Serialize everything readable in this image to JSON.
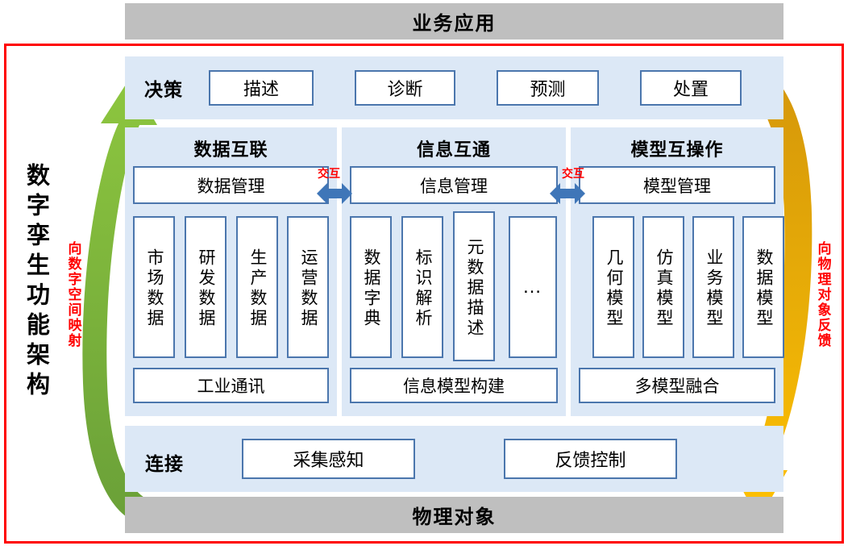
{
  "frame": {
    "accent_red": "#ff0000",
    "panel_blue": "#dce8f6",
    "gray": "#bfbfbf",
    "box_border": "#4b76ad",
    "green": "#7ab648",
    "gold": "#d4960a",
    "yellow": "#ffc000"
  },
  "bars": {
    "top_label": "业务应用",
    "bottom_label": "物理对象"
  },
  "vertical_title": "数字孪生功能架构",
  "side_captions": {
    "left": "向数字空间映射",
    "right": "向物理对象反馈"
  },
  "decision_row": {
    "label": "决策",
    "items": [
      "描述",
      "诊断",
      "预测",
      "处置"
    ]
  },
  "columns": [
    {
      "heading": "数据互联",
      "management": "数据管理",
      "items": [
        "市场数据",
        "研发数据",
        "生产数据",
        "运营数据"
      ],
      "footer": "工业通讯"
    },
    {
      "heading": "信息互通",
      "management": "信息管理",
      "items": [
        "数据字典",
        "标识解析",
        "元数据描述",
        "…"
      ],
      "footer": "信息模型构建"
    },
    {
      "heading": "模型互操作",
      "management": "模型管理",
      "items": [
        "几何模型",
        "仿真模型",
        "业务模型",
        "数据模型"
      ],
      "footer": "多模型融合"
    }
  ],
  "interactions": [
    {
      "label": "交互"
    },
    {
      "label": "交互"
    }
  ],
  "connect_row": {
    "label": "连接",
    "items": [
      "采集感知",
      "反馈控制"
    ]
  }
}
